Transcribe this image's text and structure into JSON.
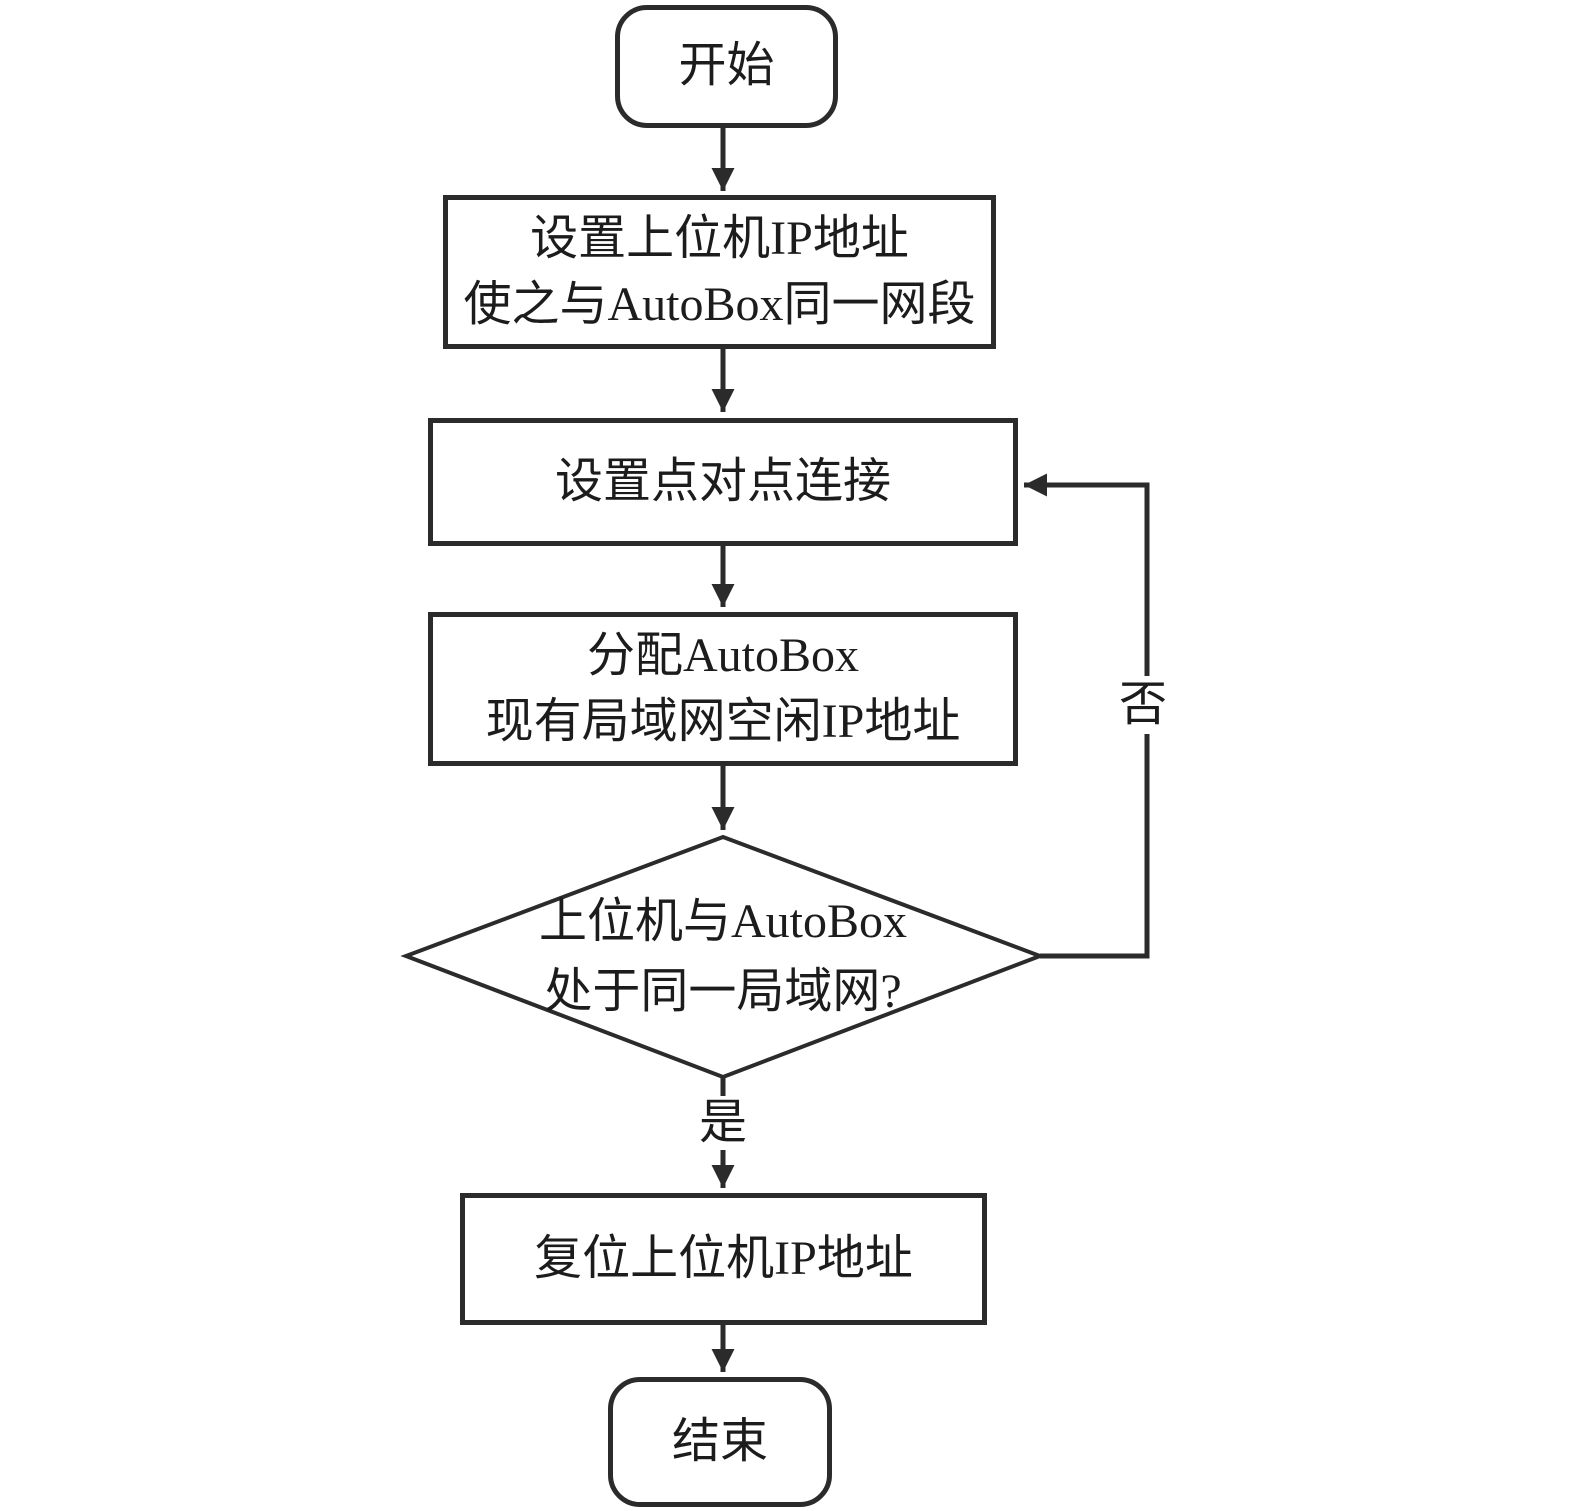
{
  "flowchart": {
    "type": "flowchart",
    "nodes": {
      "start": {
        "shape": "terminator",
        "label": "开始"
      },
      "set_host_ip": {
        "shape": "process",
        "line1": "设置上位机IP地址",
        "line2": "使之与AutoBox同一网段"
      },
      "p2p_connection": {
        "shape": "process",
        "label": "设置点对点连接"
      },
      "assign_free_ip": {
        "shape": "process",
        "line1": "分配AutoBox",
        "line2": "现有局域网空闲IP地址"
      },
      "same_lan_decision": {
        "shape": "decision",
        "line1": "上位机与AutoBox",
        "line2": "处于同一局域网?"
      },
      "reset_host_ip": {
        "shape": "process",
        "label": "复位上位机IP地址"
      },
      "end": {
        "shape": "terminator",
        "label": "结束"
      }
    },
    "branch_labels": {
      "yes": "是",
      "no": "否"
    },
    "edges": [
      {
        "from": "start",
        "to": "set_host_ip"
      },
      {
        "from": "set_host_ip",
        "to": "p2p_connection"
      },
      {
        "from": "p2p_connection",
        "to": "assign_free_ip"
      },
      {
        "from": "assign_free_ip",
        "to": "same_lan_decision"
      },
      {
        "from": "same_lan_decision",
        "to": "reset_host_ip",
        "label": "是"
      },
      {
        "from": "reset_host_ip",
        "to": "end"
      },
      {
        "from": "same_lan_decision",
        "to": "p2p_connection",
        "label": "否"
      }
    ],
    "colors": {
      "stroke": "#2b2b2b",
      "text": "#1c1c1c",
      "background": "#ffffff"
    }
  }
}
